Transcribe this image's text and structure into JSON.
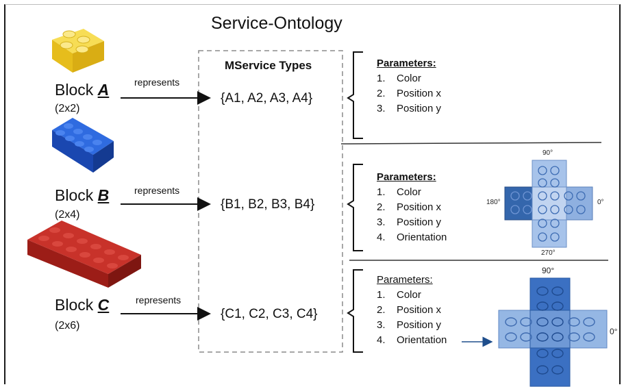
{
  "title": "Service-Ontology",
  "mservice_header": "MService Types",
  "blocks": [
    {
      "label": "Block",
      "letter": "A",
      "size": "(2x2)",
      "represents": "represents",
      "types": "{A1, A2, A3, A4}",
      "color": "#f2cf3a"
    },
    {
      "label": "Block",
      "letter": "B",
      "size": "(2x4)",
      "represents": "represents",
      "types": "{B1, B2, B3, B4}",
      "color": "#1f57c9"
    },
    {
      "label": "Block",
      "letter": "C",
      "size": "(2x6)",
      "represents": "represents",
      "types": "{C1, C2, C3, C4}",
      "color": "#b5261f"
    }
  ],
  "parameters": [
    {
      "header": "Parameters:",
      "items": [
        "Color",
        "Position x",
        "Position y"
      ],
      "numbers": [
        "1.",
        "2.",
        "3."
      ]
    },
    {
      "header": "Parameters:",
      "items": [
        "Color",
        "Position x",
        "Position y",
        "Orientation"
      ],
      "numbers": [
        "1.",
        "2.",
        "3.",
        "4."
      ]
    },
    {
      "header": "Parameters:",
      "items": [
        "Color",
        "Position x",
        "Position y",
        "Orientation"
      ],
      "numbers": [
        "1.",
        "2.",
        "3.",
        "4."
      ]
    }
  ],
  "orientation_b": {
    "top": "90°",
    "left": "180°",
    "right": "0°",
    "bottom": "270°"
  },
  "orientation_c": {
    "top": "90°",
    "right": "0°"
  }
}
